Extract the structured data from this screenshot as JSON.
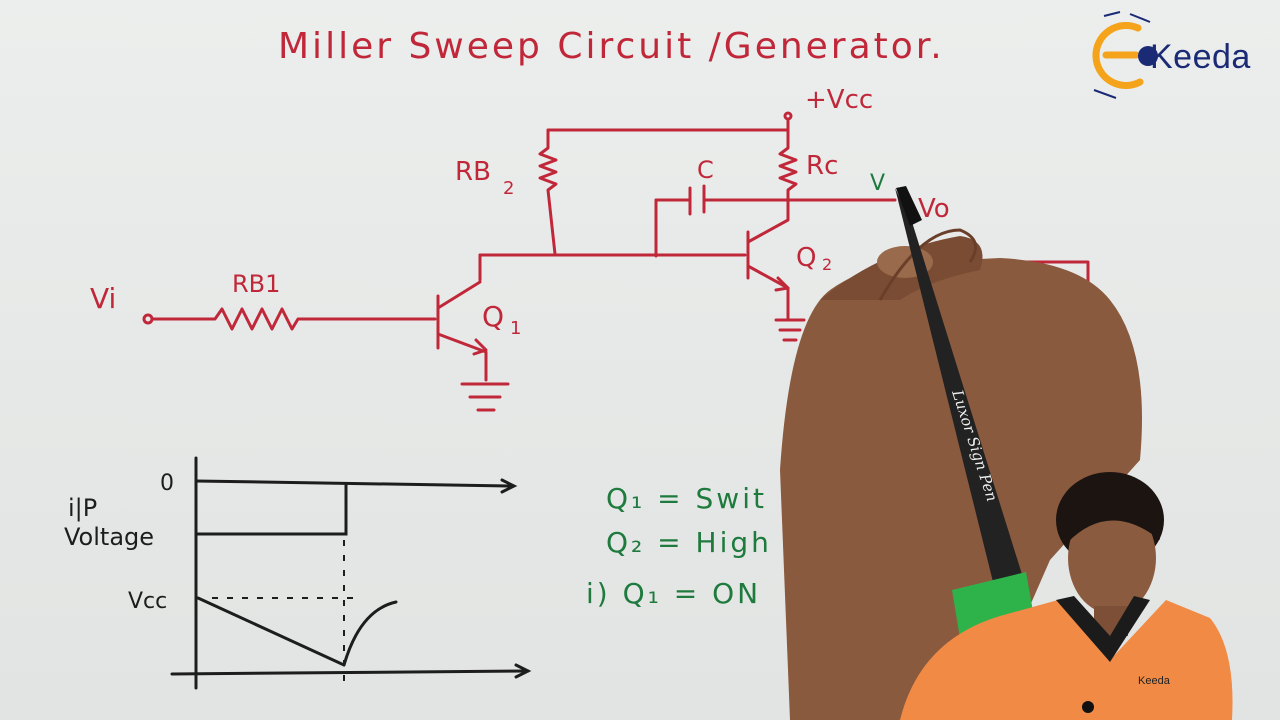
{
  "title": "Miller Sweep Circuit /Generator.",
  "logo": {
    "text": "Keeda",
    "accent_color": "#f5a31a",
    "brand_color": "#1b2a75"
  },
  "circuit_labels": {
    "vcc": "+Vcc",
    "rb2": "RB",
    "rb2_sub": "2",
    "rc": "Rc",
    "c": "C",
    "v": "V",
    "vo": "Vo",
    "q2": "Q",
    "q2_sub": "2",
    "vi": "Vi",
    "rb1": "RB1",
    "q1": "Q",
    "q1_sub": "1"
  },
  "waveform": {
    "ylabel_1": "i|P",
    "ylabel_2": "Voltage",
    "zero": "0",
    "vcc": "Vcc"
  },
  "notes": [
    "Q₁ = Swit",
    "Q₂ = High",
    "i) Q₁ = ON"
  ],
  "pen_brand": "Luxor Sign Pen",
  "colors": {
    "ink_red": "#c0283a",
    "ink_black": "#1d1d1d",
    "ink_green": "#1f7a3e",
    "shirt": "#f08a45"
  }
}
